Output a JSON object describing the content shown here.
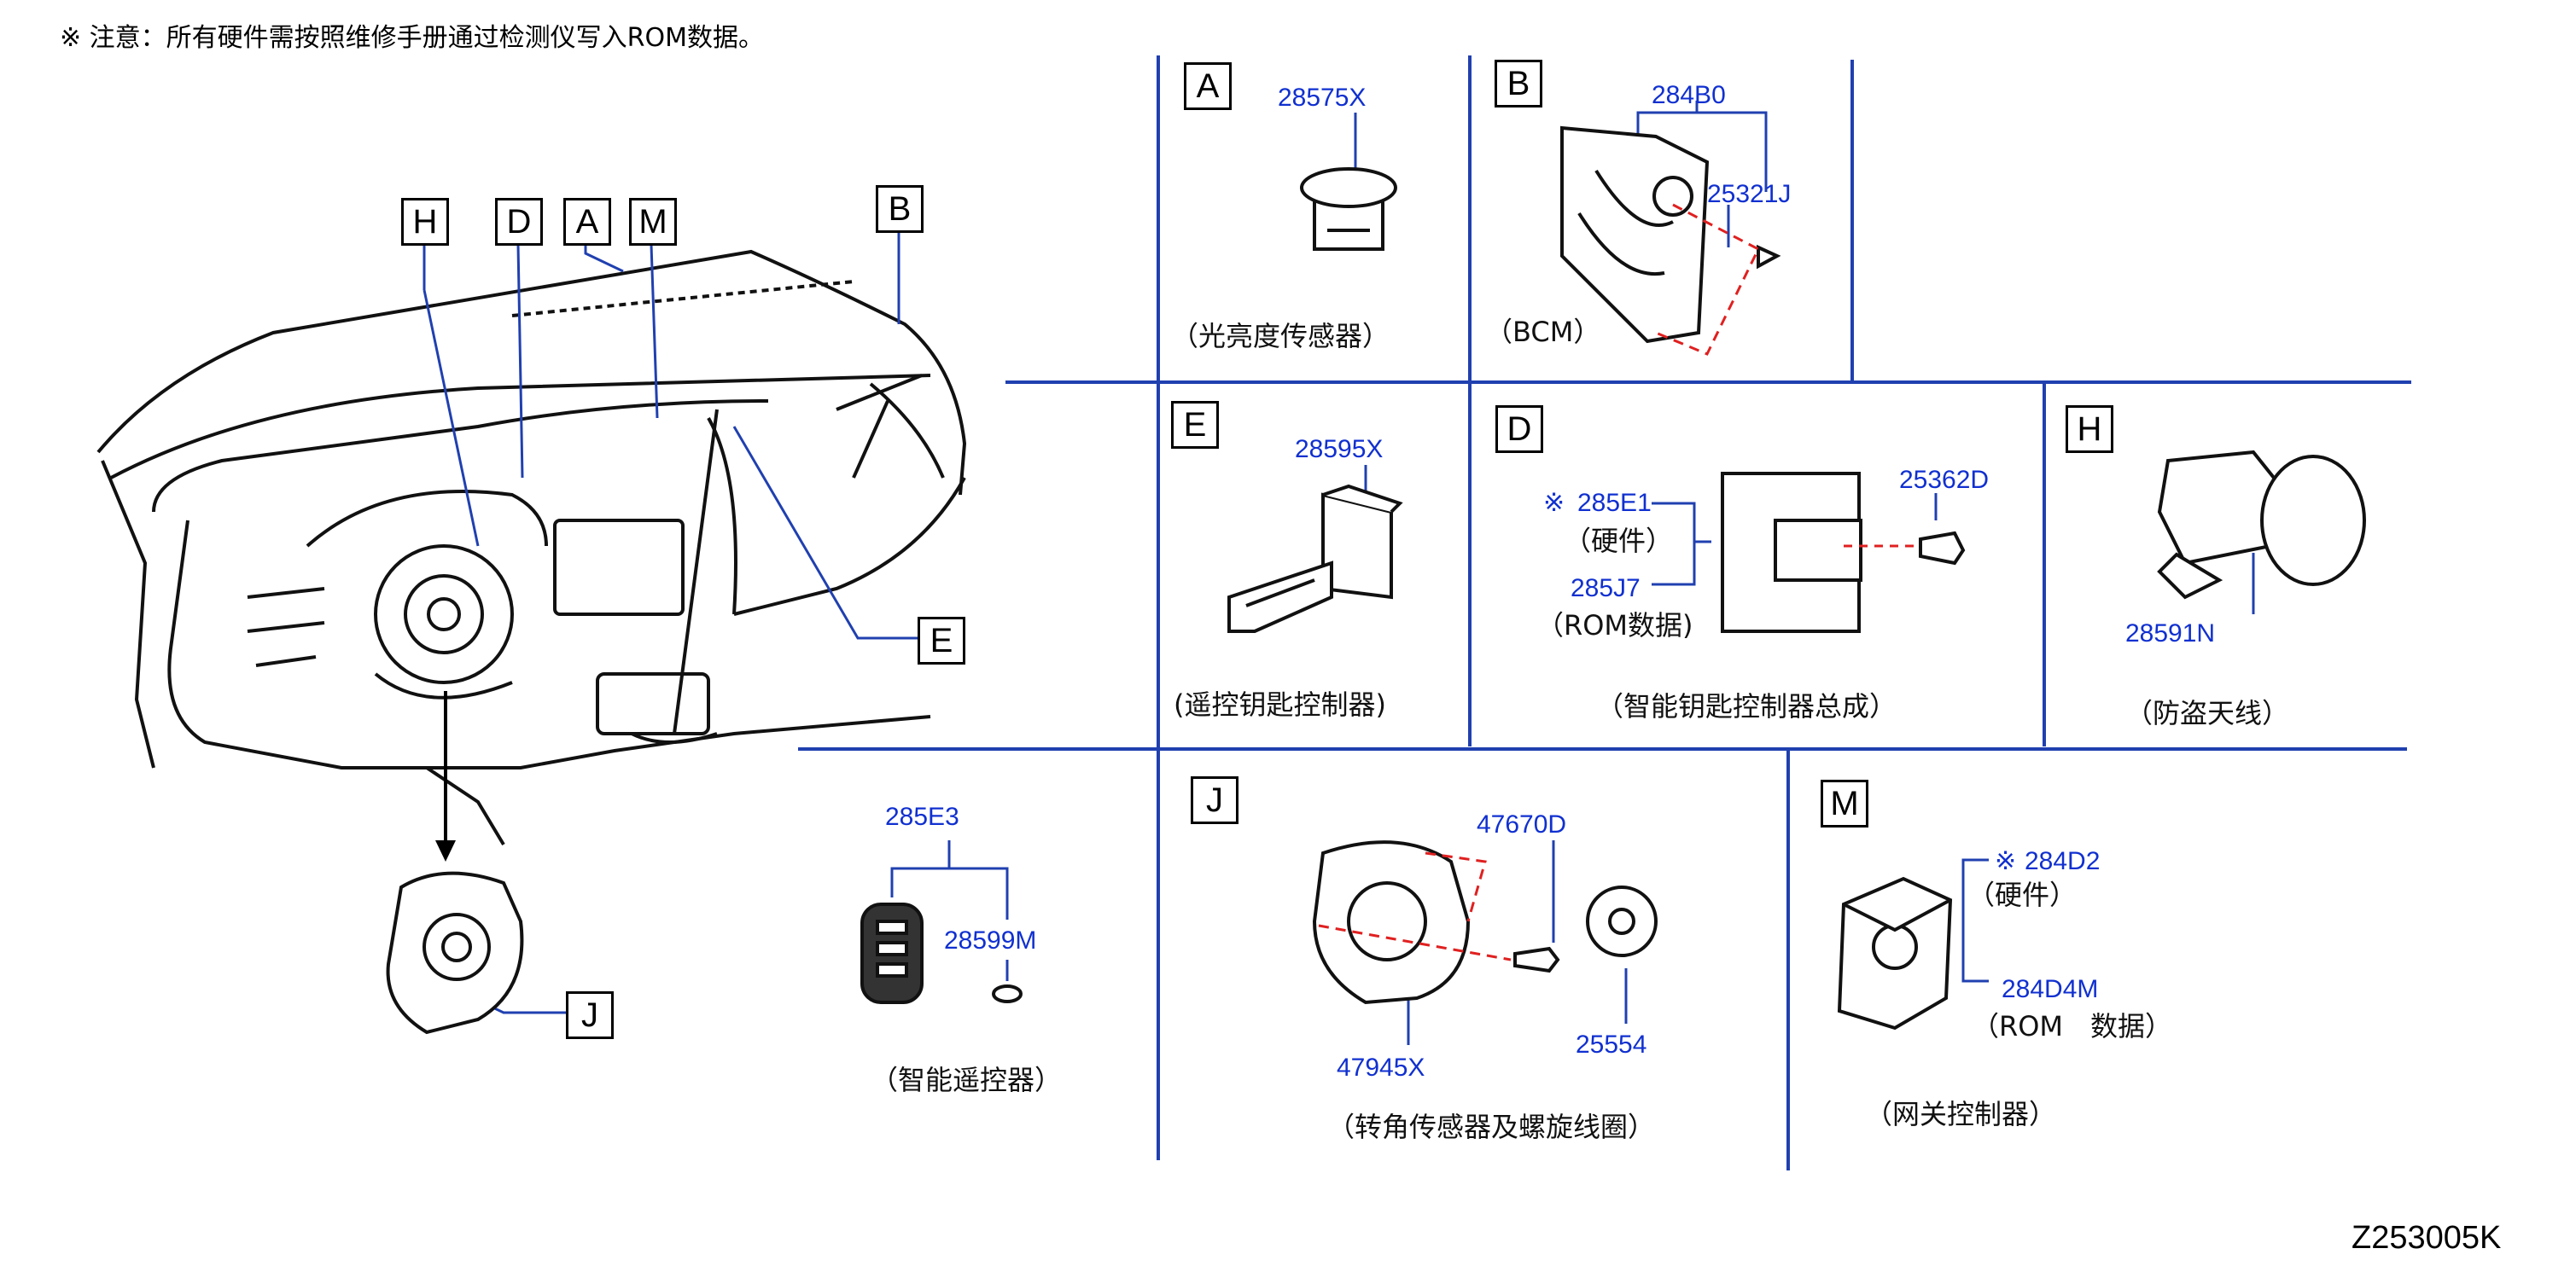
{
  "note": "※ 注意：所有硬件需按照维修手册通过检测仪写入ROM数据。",
  "figure_id": "Z253005K",
  "overview_callouts": [
    "H",
    "D",
    "A",
    "M",
    "B",
    "E",
    "J"
  ],
  "panels": {
    "A": {
      "letter": "A",
      "parts": [
        "28575X"
      ],
      "caption": "（光亮度传感器）"
    },
    "B": {
      "letter": "B",
      "parts": [
        "284B0",
        "25321J"
      ],
      "caption": "（BCM）"
    },
    "E": {
      "letter": "E",
      "parts": [
        "28595X"
      ],
      "caption": "(遥控钥匙控制器)"
    },
    "D": {
      "letter": "D",
      "mark": "※",
      "parts": [
        "285E1",
        "285J7",
        "25362D"
      ],
      "sub1": "（硬件）",
      "sub2": "（ROM数据)",
      "caption": "（智能钥匙控制器总成）"
    },
    "H": {
      "letter": "H",
      "parts": [
        "28591N"
      ],
      "caption": "（防盗天线）"
    },
    "F": {
      "parts": [
        "285E3",
        "28599M"
      ],
      "caption": "（智能遥控器）"
    },
    "J": {
      "letter": "J",
      "parts": [
        "47670D",
        "47945X",
        "25554"
      ],
      "caption": "（转角传感器及螺旋线圈）"
    },
    "M": {
      "letter": "M",
      "mark": "※",
      "parts": [
        "284D2",
        "284D4M"
      ],
      "sub1": "（硬件）",
      "sub2": "（ROM　数据）",
      "caption": "（网关控制器）"
    }
  },
  "colors": {
    "line_blue": "#2040b0",
    "label_blue": "#1030d0",
    "dash_red": "#e02020"
  }
}
